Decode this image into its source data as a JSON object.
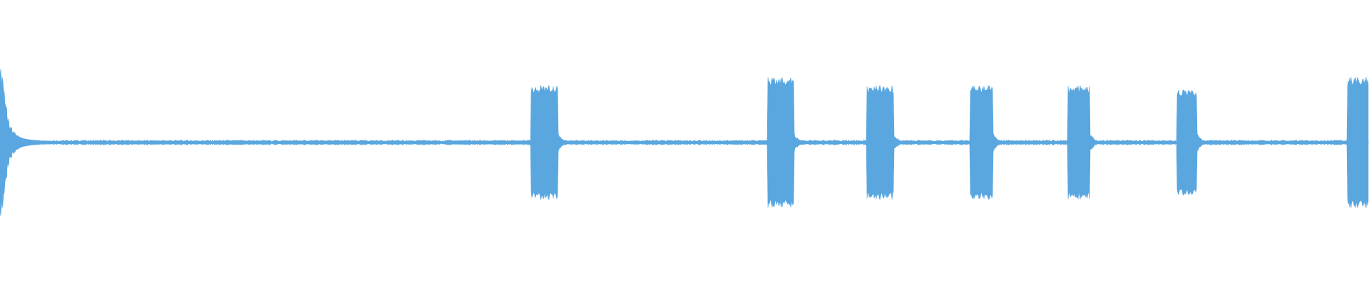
{
  "waveform": {
    "color": "#5aa7e0",
    "baseline_amplitude": 0.012,
    "background": "#ffffff",
    "duration_seconds": 1920,
    "events": [
      {
        "name": "initial-transient",
        "start": 0,
        "end": 40,
        "peak_amplitude": 0.78,
        "decay": 0.12
      },
      {
        "name": "burst-1",
        "start": 745,
        "end": 782,
        "peak_amplitude": 0.4,
        "decay": 0.08
      },
      {
        "name": "burst-2",
        "start": 1077,
        "end": 1113,
        "peak_amplitude": 0.46,
        "decay": 0.08
      },
      {
        "name": "burst-3",
        "start": 1216,
        "end": 1253,
        "peak_amplitude": 0.4,
        "decay": 0.08
      },
      {
        "name": "burst-4",
        "start": 1361,
        "end": 1392,
        "peak_amplitude": 0.4,
        "decay": 0.08
      },
      {
        "name": "burst-5",
        "start": 1498,
        "end": 1528,
        "peak_amplitude": 0.4,
        "decay": 0.08
      },
      {
        "name": "burst-6",
        "start": 1651,
        "end": 1678,
        "peak_amplitude": 0.37,
        "decay": 0.08
      },
      {
        "name": "burst-7",
        "start": 1890,
        "end": 1920,
        "peak_amplitude": 0.46,
        "decay": 0.08
      }
    ]
  }
}
